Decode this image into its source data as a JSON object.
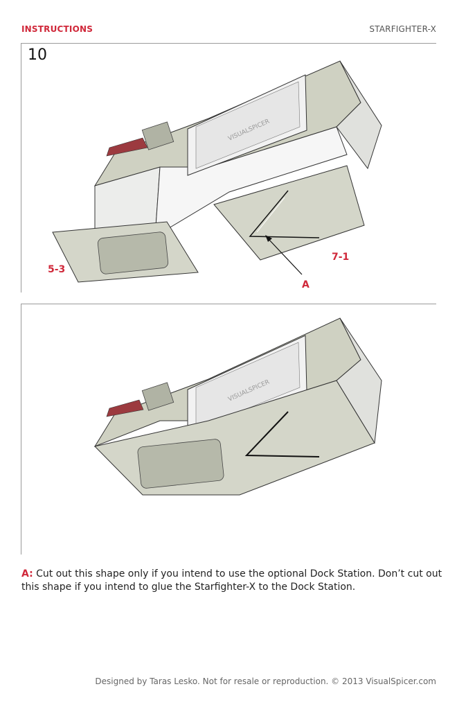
{
  "header": {
    "section": "INSTRUCTIONS",
    "model": "STARFIGHTER-X"
  },
  "step": {
    "number": "10"
  },
  "labels": {
    "part_a": "5-3",
    "part_b": "7-1",
    "callout": "A"
  },
  "wall_text": "VISUALSPICER",
  "note": {
    "key": "A:",
    "text": " Cut out this shape only if you intend to use the optional Dock Station. Don’t cut out this shape if you intend to glue the Starfighter-X to the Dock Station."
  },
  "footer": "Designed by Taras Lesko. Not for resale or reproduction. © 2013 VisualSpicer.com",
  "colors": {
    "accent": "#d0283a",
    "paper": "#d2d4c6",
    "paper_dark": "#b3b6a6",
    "inner": "#efefef"
  }
}
